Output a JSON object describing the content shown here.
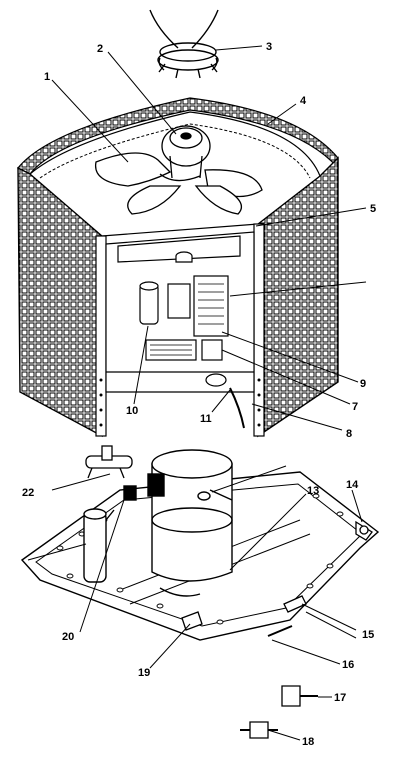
{
  "diagram": {
    "callouts": [
      {
        "id": "c1",
        "text": "1"
      },
      {
        "id": "c2",
        "text": "2"
      },
      {
        "id": "c3",
        "text": "3"
      },
      {
        "id": "c4",
        "text": "4"
      },
      {
        "id": "c5",
        "text": "5"
      },
      {
        "id": "c7",
        "text": "7"
      },
      {
        "id": "c8",
        "text": "8"
      },
      {
        "id": "c9",
        "text": "9"
      },
      {
        "id": "c10",
        "text": "10"
      },
      {
        "id": "c11",
        "text": "11"
      },
      {
        "id": "c13",
        "text": "13"
      },
      {
        "id": "c14",
        "text": "14"
      },
      {
        "id": "c15",
        "text": "15"
      },
      {
        "id": "c16",
        "text": "16"
      },
      {
        "id": "c17",
        "text": "17"
      },
      {
        "id": "c18",
        "text": "18"
      },
      {
        "id": "c19",
        "text": "19"
      },
      {
        "id": "c20",
        "text": "20"
      },
      {
        "id": "c22",
        "text": "22"
      }
    ]
  }
}
